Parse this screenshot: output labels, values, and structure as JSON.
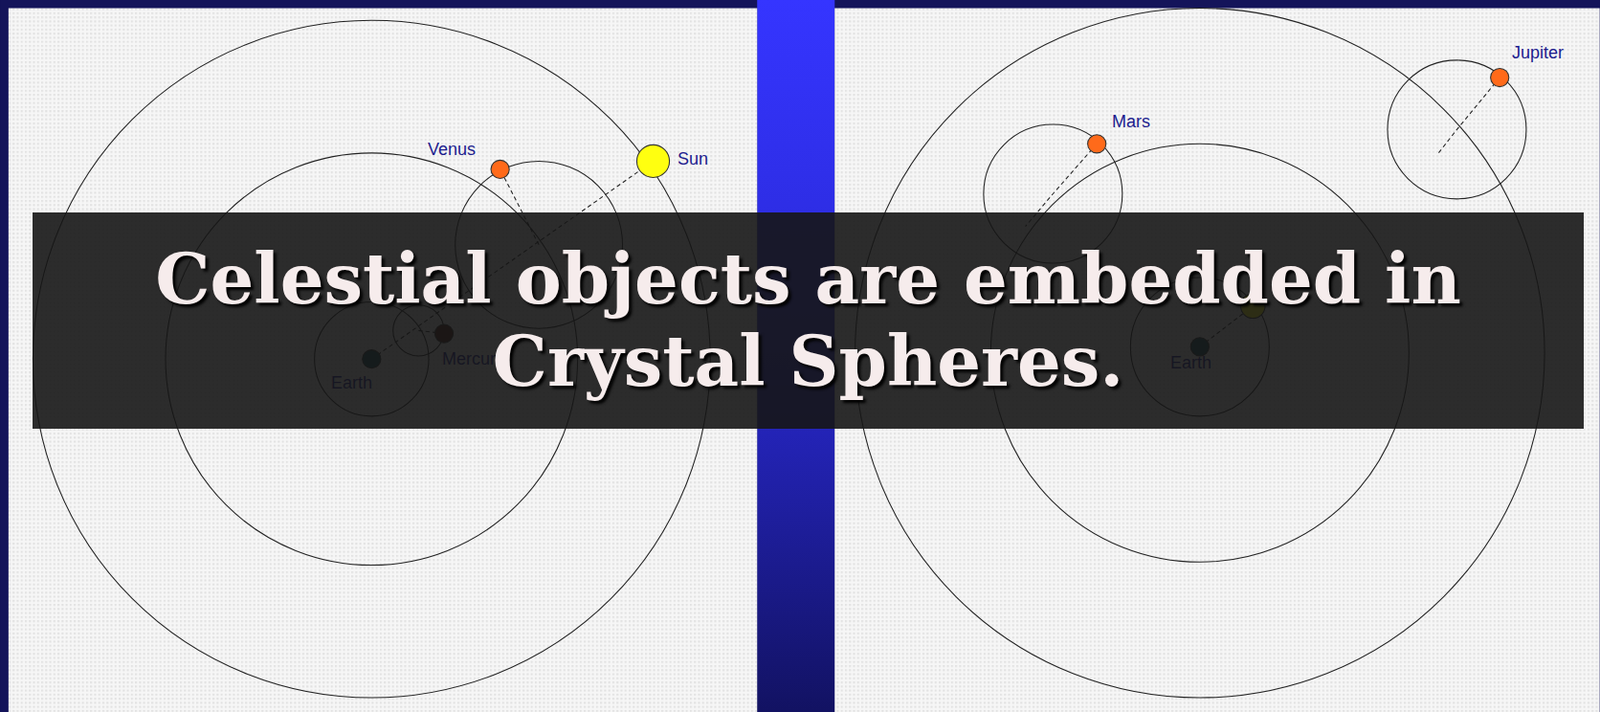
{
  "diagram": {
    "title": "Celestial objects are embedded in Crystal Spheres.",
    "labels": [
      "Venus",
      "Sun",
      "Earth",
      "Mercury",
      "Mars",
      "Jupiter",
      "Earth"
    ]
  }
}
